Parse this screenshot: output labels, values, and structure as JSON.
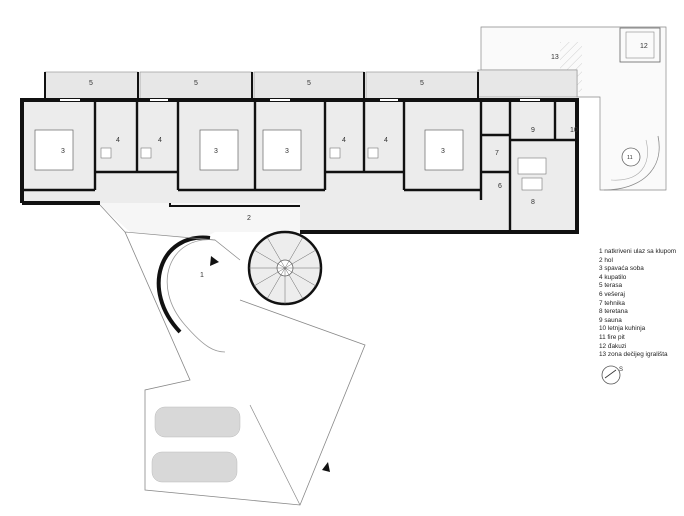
{
  "rooms": {
    "terrace_a": "5",
    "terrace_b": "5",
    "terrace_c": "5",
    "terrace_d": "5",
    "bed_a": "3",
    "bed_b": "3",
    "bed_c": "3",
    "bed_d": "3",
    "bath_a1": "4",
    "bath_a2": "4",
    "bath_b1": "4",
    "bath_b2": "4",
    "hall": "2",
    "entrance": "1",
    "laundry": "6",
    "tech": "7",
    "gym": "8",
    "sauna": "9",
    "kitchen": "10",
    "firepit": "11",
    "jacuzzi": "12",
    "playground": "13"
  },
  "legend": [
    "1 natkriveni ulaz sa klupom",
    "2 hol",
    "3 spavaća soba",
    "4 kupatilo",
    "5 terasa",
    "6 vešeraj",
    "7 tehnika",
    "8 teretana",
    "9 sauna",
    "10 letnja kuhinja",
    "11 fire pit",
    "12 đakuzi",
    "13 zona dečijeg igrališta"
  ],
  "north_label": "S"
}
